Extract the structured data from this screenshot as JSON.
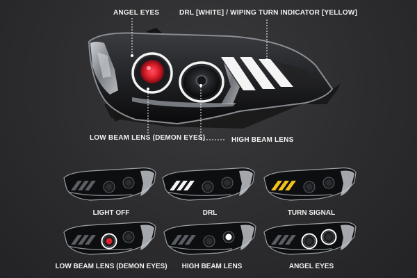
{
  "callouts": {
    "angel_eyes": "ANGEL EYES",
    "drl_wiping": "DRL [WHITE] / WIPING TURN INDICATOR [YELLOW]",
    "low_beam": "LOW BEAM LENS (DEMON EYES)",
    "high_beam": "HIGH BEAM LENS"
  },
  "thumbnails": [
    {
      "caption": "LIGHT OFF",
      "drl": "off",
      "halo_left": "off",
      "halo_right": "off",
      "demon": "off",
      "highbeam": "off"
    },
    {
      "caption": "DRL",
      "drl": "white",
      "halo_left": "off",
      "halo_right": "off",
      "demon": "off",
      "highbeam": "off"
    },
    {
      "caption": "TURN SIGNAL",
      "drl": "yellow",
      "halo_left": "off",
      "halo_right": "off",
      "demon": "off",
      "highbeam": "off"
    },
    {
      "caption": "LOW BEAM LENS (DEMON EYES)",
      "drl": "off",
      "halo_left": "on",
      "halo_right": "off",
      "demon": "on",
      "highbeam": "off"
    },
    {
      "caption": "HIGH BEAM LENS",
      "drl": "off",
      "halo_left": "off",
      "halo_right": "off",
      "demon": "off",
      "highbeam": "on"
    },
    {
      "caption": "ANGEL EYES",
      "drl": "off",
      "halo_left": "on",
      "halo_right": "on",
      "demon": "off",
      "highbeam": "off"
    }
  ],
  "colors": {
    "demon_red": "#e0202c",
    "drl_white": "#f4f4f4",
    "turn_yellow": "#f2c21a",
    "halo": "#ffffff"
  }
}
